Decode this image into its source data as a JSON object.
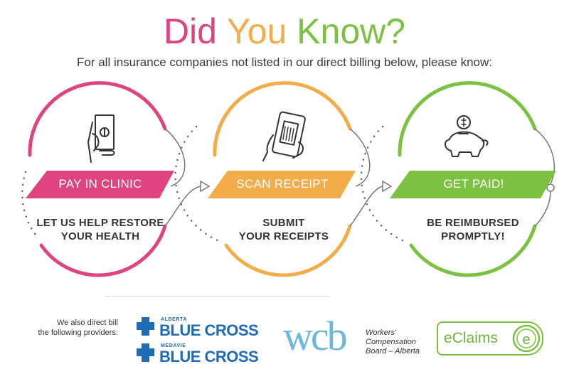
{
  "header": {
    "title_did": "Did",
    "title_you": "You",
    "title_know": "Know?",
    "subtitle": "For all insurance companies not listed in our direct billing below, please know:"
  },
  "steps": [
    {
      "label": "PAY IN CLINIC",
      "text_line1": "LET US HELP RESTORE",
      "text_line2": "YOUR HEALTH",
      "color": "#e0447f",
      "icon": "hand-holding-cash-icon"
    },
    {
      "label": "SCAN RECEIPT",
      "text_line1": "SUBMIT",
      "text_line2": "YOUR RECEIPTS",
      "color": "#f2ad4a",
      "icon": "phone-scanning-receipt-icon"
    },
    {
      "label": "GET PAID!",
      "text_line1": "BE REIMBURSED",
      "text_line2": "PROMPTLY!",
      "color": "#7cc142",
      "icon": "piggy-bank-coin-icon"
    }
  ],
  "providers": {
    "note_line1": "We also direct bill",
    "note_line2": "the following providers:",
    "alberta_small": "ALBERTA",
    "alberta_big": "BLUE CROSS",
    "medavie_small": "MEDAVIE",
    "medavie_big": "BLUE CROSS",
    "wcb": "wcb",
    "wcb_line1": "Workers'",
    "wcb_line2": "Compensation",
    "wcb_line3": "Board – Alberta",
    "eclaims": "eClaims",
    "eclaims_mark": "e"
  },
  "colors": {
    "pink": "#e0447f",
    "orange": "#f2ad4a",
    "green": "#7cc142",
    "blue": "#1f6bb6",
    "wcb_blue": "#6ab8db"
  }
}
